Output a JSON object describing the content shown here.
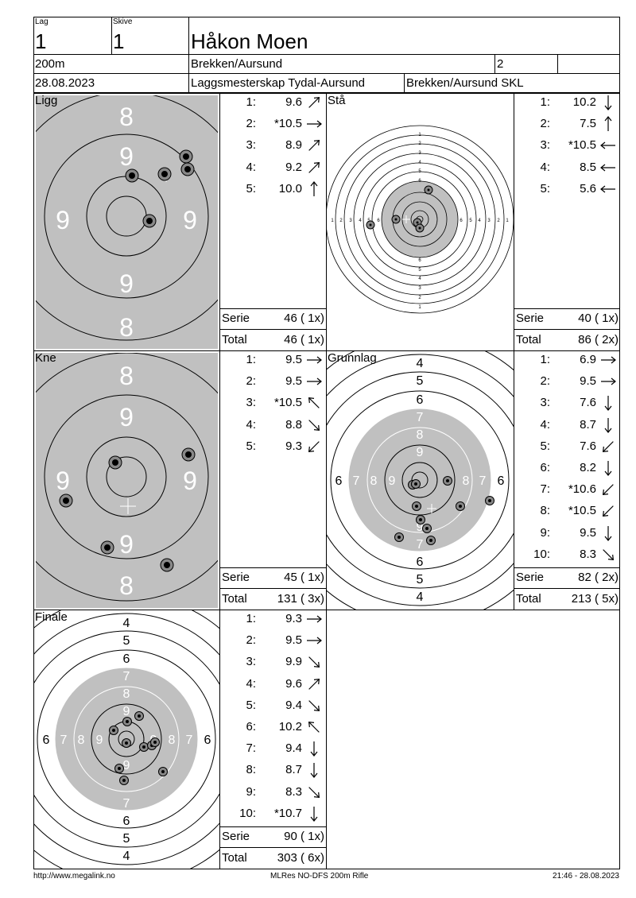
{
  "header": {
    "lag_label": "Lag",
    "lag_value": "1",
    "skive_label": "Skive",
    "skive_value": "1",
    "name": "Håkon Moen",
    "distance": "200m",
    "club": "Brekken/Aursund",
    "class": "2",
    "date": "28.08.2023",
    "event": "Laggsmesterskap Tydal-Aursund",
    "organizer": "Brekken/Aursund SKL"
  },
  "panels": {
    "ligg": {
      "title": "Ligg",
      "shots": [
        {
          "n": "1:",
          "v": "9.6",
          "arrow": "ne"
        },
        {
          "n": "2:",
          "v": "*10.5",
          "arrow": "e"
        },
        {
          "n": "3:",
          "v": "8.9",
          "arrow": "ne"
        },
        {
          "n": "4:",
          "v": "9.2",
          "arrow": "ne"
        },
        {
          "n": "5:",
          "v": "10.0",
          "arrow": "n"
        }
      ],
      "serie_label": "Serie",
      "serie": "46 ( 1x)",
      "total_label": "Total",
      "total": "46 ( 1x)"
    },
    "sta": {
      "title": "Stå",
      "shots": [
        {
          "n": "1:",
          "v": "10.2",
          "arrow": "s"
        },
        {
          "n": "2:",
          "v": "7.5",
          "arrow": "n"
        },
        {
          "n": "3:",
          "v": "*10.5",
          "arrow": "w"
        },
        {
          "n": "4:",
          "v": "8.5",
          "arrow": "w"
        },
        {
          "n": "5:",
          "v": "5.6",
          "arrow": "w"
        }
      ],
      "serie_label": "Serie",
      "serie": "40 ( 1x)",
      "total_label": "Total",
      "total": "86 ( 2x)"
    },
    "kne": {
      "title": "Kne",
      "shots": [
        {
          "n": "1:",
          "v": "9.5",
          "arrow": "e"
        },
        {
          "n": "2:",
          "v": "9.5",
          "arrow": "e"
        },
        {
          "n": "3:",
          "v": "*10.5",
          "arrow": "nw"
        },
        {
          "n": "4:",
          "v": "8.8",
          "arrow": "se"
        },
        {
          "n": "5:",
          "v": "9.3",
          "arrow": "sw"
        }
      ],
      "serie_label": "Serie",
      "serie": "45 ( 1x)",
      "total_label": "Total",
      "total": "131 ( 3x)"
    },
    "grunnlag": {
      "title": "Grunnlag",
      "shots": [
        {
          "n": "1:",
          "v": "6.9",
          "arrow": "e"
        },
        {
          "n": "2:",
          "v": "9.5",
          "arrow": "e"
        },
        {
          "n": "3:",
          "v": "7.6",
          "arrow": "s"
        },
        {
          "n": "4:",
          "v": "8.7",
          "arrow": "s"
        },
        {
          "n": "5:",
          "v": "7.6",
          "arrow": "sw"
        },
        {
          "n": "6:",
          "v": "8.2",
          "arrow": "s"
        },
        {
          "n": "7:",
          "v": "*10.6",
          "arrow": "sw"
        },
        {
          "n": "8:",
          "v": "*10.5",
          "arrow": "sw"
        },
        {
          "n": "9:",
          "v": "9.5",
          "arrow": "s"
        },
        {
          "n": "10:",
          "v": "8.3",
          "arrow": "se"
        }
      ],
      "serie_label": "Serie",
      "serie": "82 ( 2x)",
      "total_label": "Total",
      "total": "213 ( 5x)"
    },
    "finale": {
      "title": "Finale",
      "shots": [
        {
          "n": "1:",
          "v": "9.3",
          "arrow": "e"
        },
        {
          "n": "2:",
          "v": "9.5",
          "arrow": "e"
        },
        {
          "n": "3:",
          "v": "9.9",
          "arrow": "se"
        },
        {
          "n": "4:",
          "v": "9.6",
          "arrow": "ne"
        },
        {
          "n": "5:",
          "v": "9.4",
          "arrow": "se"
        },
        {
          "n": "6:",
          "v": "10.2",
          "arrow": "nw"
        },
        {
          "n": "7:",
          "v": "9.4",
          "arrow": "s"
        },
        {
          "n": "8:",
          "v": "8.7",
          "arrow": "s"
        },
        {
          "n": "9:",
          "v": "8.3",
          "arrow": "se"
        },
        {
          "n": "10:",
          "v": "*10.7",
          "arrow": "s"
        }
      ],
      "serie_label": "Serie",
      "serie": "90 ( 1x)",
      "total_label": "Total",
      "total": "303 ( 6x)"
    }
  },
  "footer": {
    "left": "http://www.megalink.no",
    "center": "MLRes NO-DFS 200m Rifle",
    "right": "21:46 - 28.08.2023"
  },
  "colors": {
    "target_gray": "#c0c0c0",
    "line": "#000000"
  }
}
